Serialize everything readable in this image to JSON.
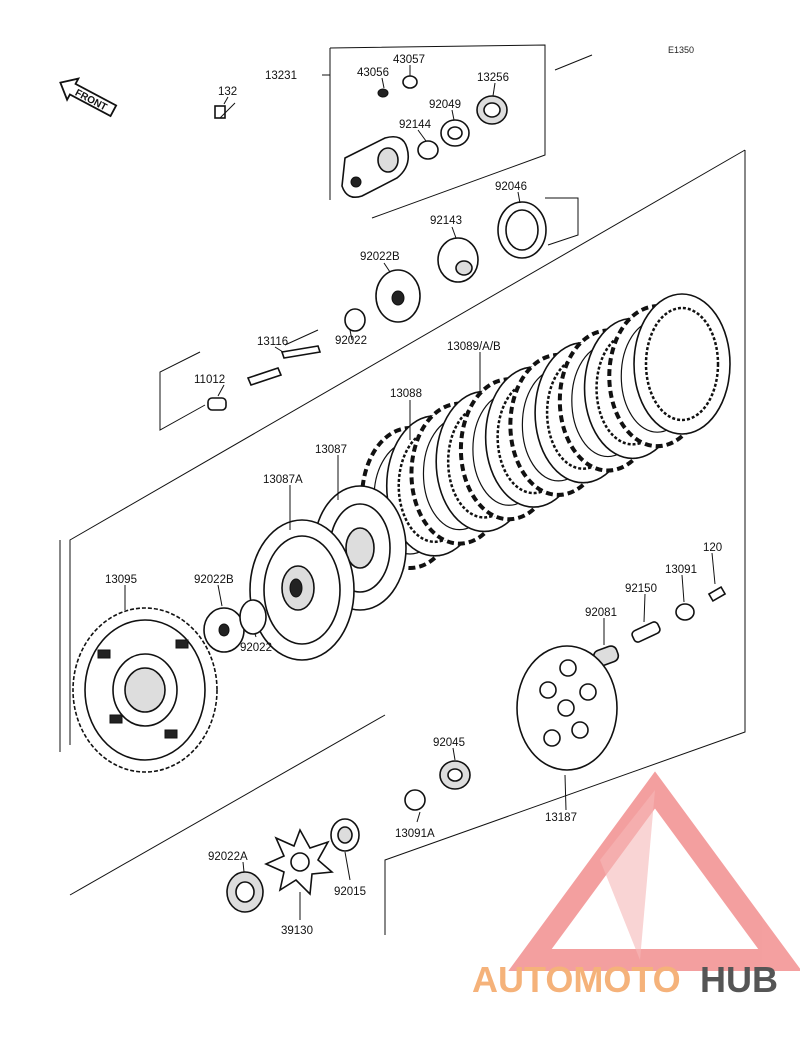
{
  "diagram_code": "E1350",
  "front_label": "FRONT",
  "parts": [
    {
      "id": "13231",
      "label": "13231"
    },
    {
      "id": "43057",
      "label": "43057"
    },
    {
      "id": "43056",
      "label": "43056"
    },
    {
      "id": "13256",
      "label": "13256"
    },
    {
      "id": "132",
      "label": "132"
    },
    {
      "id": "92049",
      "label": "92049"
    },
    {
      "id": "92144",
      "label": "92144"
    },
    {
      "id": "92046",
      "label": "92046"
    },
    {
      "id": "92143",
      "label": "92143"
    },
    {
      "id": "92022B_top",
      "label": "92022B"
    },
    {
      "id": "92022_top",
      "label": "92022"
    },
    {
      "id": "13116",
      "label": "13116"
    },
    {
      "id": "11012",
      "label": "11012"
    },
    {
      "id": "13089",
      "label": "13089/A/B"
    },
    {
      "id": "13088",
      "label": "13088"
    },
    {
      "id": "13087",
      "label": "13087"
    },
    {
      "id": "13087A",
      "label": "13087A"
    },
    {
      "id": "13095",
      "label": "13095"
    },
    {
      "id": "92022B_mid",
      "label": "92022B"
    },
    {
      "id": "92022_mid",
      "label": "92022"
    },
    {
      "id": "120",
      "label": "120"
    },
    {
      "id": "13091",
      "label": "13091"
    },
    {
      "id": "92150",
      "label": "92150"
    },
    {
      "id": "92081",
      "label": "92081"
    },
    {
      "id": "92045",
      "label": "92045"
    },
    {
      "id": "13187",
      "label": "13187"
    },
    {
      "id": "13091A",
      "label": "13091A"
    },
    {
      "id": "92022A",
      "label": "92022A"
    },
    {
      "id": "92015",
      "label": "92015"
    },
    {
      "id": "39130",
      "label": "39130"
    }
  ],
  "watermark": {
    "part1": "AUTOMOTO",
    "part2": "HUB",
    "color1": "#f5b27a",
    "color2": "#555555",
    "logo_color": "#f08080"
  }
}
